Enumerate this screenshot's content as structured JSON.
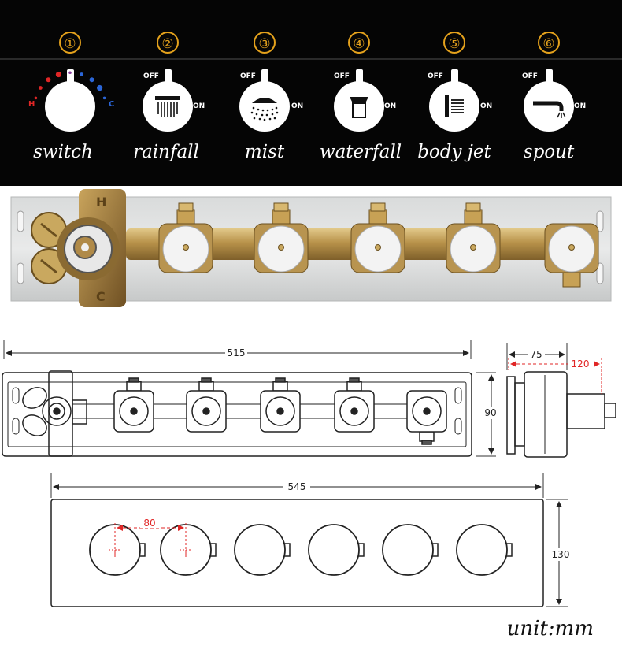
{
  "functions": [
    {
      "number": "①",
      "label": "switch",
      "off": "",
      "on": "",
      "icon": "thermostat-dial-icon"
    },
    {
      "number": "②",
      "label": "rainfall",
      "off": "OFF",
      "on": "ON",
      "icon": "rainfall-shower-icon"
    },
    {
      "number": "③",
      "label": "mist",
      "off": "OFF",
      "on": "ON",
      "icon": "mist-spray-icon"
    },
    {
      "number": "④",
      "label": "waterfall",
      "off": "OFF",
      "on": "ON",
      "icon": "waterfall-icon"
    },
    {
      "number": "⑤",
      "label": "body jet",
      "off": "OFF",
      "on": "ON",
      "icon": "body-jet-icon"
    },
    {
      "number": "⑥",
      "label": "spout",
      "off": "OFF",
      "on": "ON",
      "icon": "spout-icon"
    }
  ],
  "thermostat": {
    "hot": "H",
    "cold": "C",
    "hot_color": "#e02626",
    "cold_color": "#2b66d8"
  },
  "valve_body": {
    "hot_letter": "H",
    "cold_letter": "C"
  },
  "dimensions": {
    "body_length": "515",
    "body_height": "90",
    "side_depth": "75",
    "side_extended": "120",
    "plate_length": "545",
    "plate_height": "130",
    "knob_spacing": "80"
  },
  "unit": "unit:mm",
  "colors": {
    "accent": "#e5a21c",
    "red_dim": "#e02626",
    "background_top": "#050505"
  }
}
